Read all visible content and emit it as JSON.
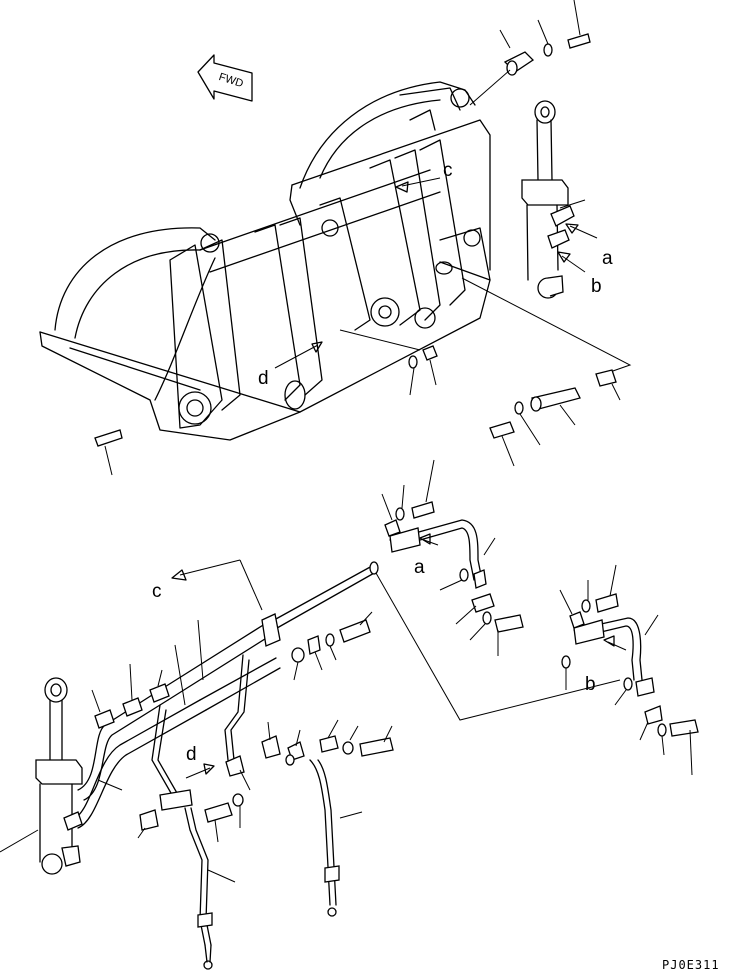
{
  "fwd_label": "FWD",
  "callouts": {
    "a_top": "a",
    "b_top": "b",
    "c_top": "c",
    "d_top": "d",
    "a_lower": "a",
    "b_lower": "b",
    "c_lower": "c",
    "d_lower": "d"
  },
  "drawing_code": "PJ0E311"
}
